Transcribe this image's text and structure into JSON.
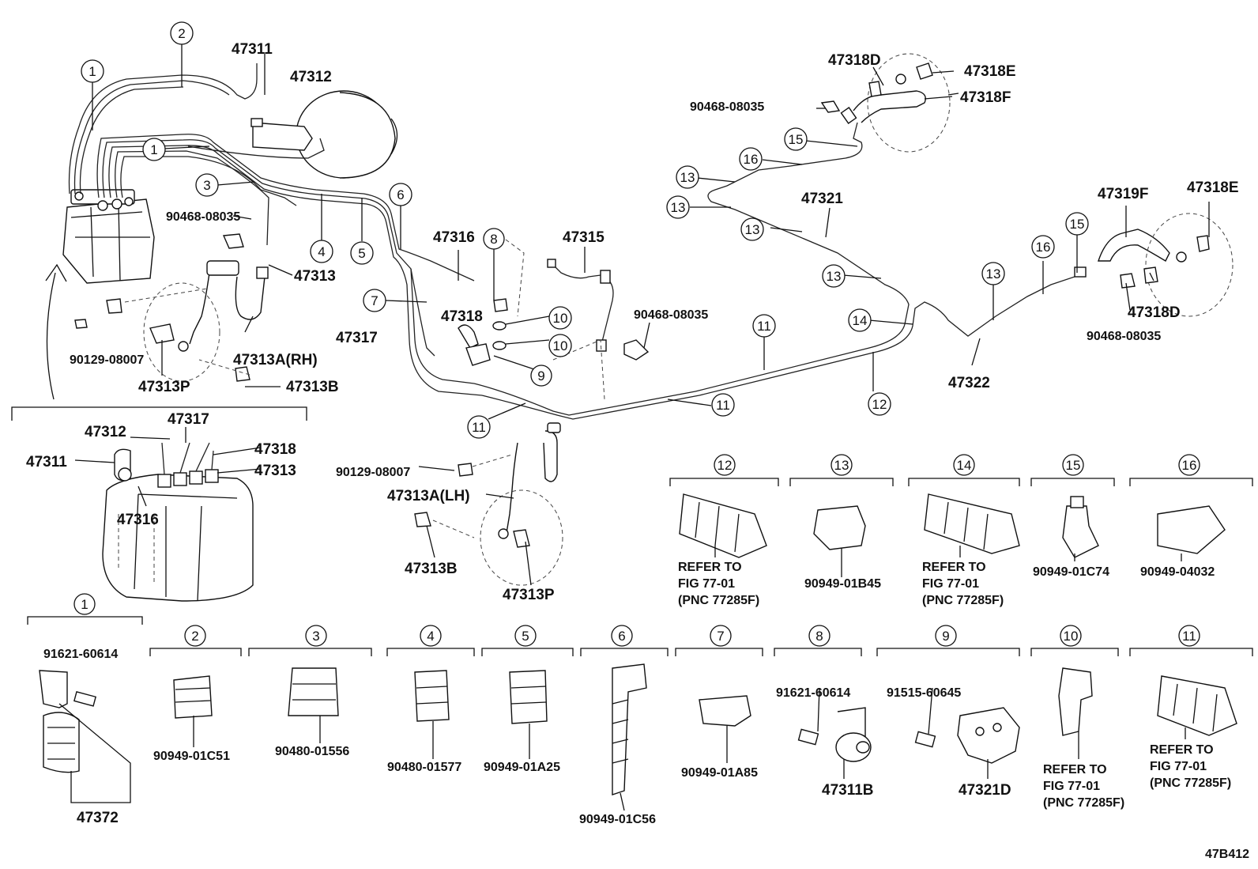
{
  "diagram_code": "47B412",
  "callout_numbers": [
    "1",
    "2",
    "3",
    "4",
    "5",
    "6",
    "7",
    "8",
    "9",
    "10",
    "11",
    "12",
    "13",
    "14",
    "15",
    "16"
  ],
  "labels": {
    "p47311": "47311",
    "p47312": "47312",
    "p47313": "47313",
    "p47313A_RH": "47313A(RH)",
    "p47313A_LH": "47313A(LH)",
    "p47313B": "47313B",
    "p47313P": "47313P",
    "p47315": "47315",
    "p47316": "47316",
    "p47317": "47317",
    "p47318": "47318",
    "p47318D": "47318D",
    "p47318E": "47318E",
    "p47318F": "47318F",
    "p47319F": "47319F",
    "p47321": "47321",
    "p47322": "47322",
    "p47311B": "47311B",
    "p47321D": "47321D",
    "p47372": "47372",
    "c90468": "90468-08035",
    "c90129": "90129-08007",
    "c91621": "91621-60614",
    "c91515": "91515-60645",
    "c90949_01C51": "90949-01C51",
    "c90480_01556": "90480-01556",
    "c90480_01577": "90480-01577",
    "c90949_01A25": "90949-01A25",
    "c90949_01C56": "90949-01C56",
    "c90949_01A85": "90949-01A85",
    "c90949_01B45": "90949-01B45",
    "c90949_01C74": "90949-01C74",
    "c90949_04032": "90949-04032",
    "refer_to": "REFER TO",
    "fig": "FIG 77-01",
    "pnc": "(PNC 77285F)"
  }
}
